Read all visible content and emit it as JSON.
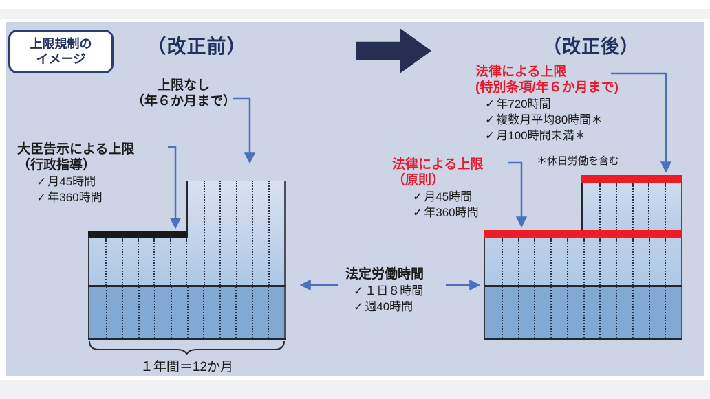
{
  "badge": {
    "line1": "上限規制の",
    "line2": "イメージ"
  },
  "titles": {
    "before": "（改正前）",
    "after": "（改正後）"
  },
  "annotations": {
    "checkmark": "✓",
    "no_limit": {
      "line1": "上限なし",
      "line2": "（年６か月まで）"
    },
    "minister_notice": {
      "title": "大臣告示による上限",
      "subtitle": "（行政指導）",
      "items": [
        "月45時間",
        "年360時間"
      ]
    },
    "law_special": {
      "title": "法律による上限",
      "subtitle": "(特別条項/年６か月まで)",
      "items": [
        "年720時間",
        "複数月平均80時間＊",
        "月100時間未満＊"
      ],
      "note": "＊休日労働を含む"
    },
    "law_principle": {
      "title": "法律による上限",
      "subtitle": "（原則）",
      "items": [
        "月45時間",
        "年360時間"
      ]
    },
    "statutory": {
      "title": "法定労働時間",
      "items": [
        "１日８時間",
        "週40時間"
      ]
    },
    "year_label": "１年間＝12か月"
  },
  "chart_data": {
    "type": "diagram",
    "months_per_year": 12,
    "special_months": 6,
    "before": {
      "base": "法定労働時間（１日８時間・週40時間）",
      "cap_first_half": "大臣告示による上限（行政指導）：月45時間・年360時間",
      "second_half": "上限なし（年６か月まで）"
    },
    "after": {
      "base": "法定労働時間（１日８時間・週40時間）",
      "cap_principle": "法律による上限（原則）：月45時間・年360時間",
      "cap_special": "法律による上限(特別条項/年６か月まで)：年720時間・複数月平均80時間＊・月100時間未満＊"
    },
    "colors": {
      "panel_bg": "#cdd4e5",
      "base_block": "#81a9d4",
      "overtime_block": "#b7cce8",
      "red_cap": "#ee1c25",
      "black_cap": "#191919",
      "navy": "#21315e",
      "arrow_blue": "#4a71bd",
      "red_text": "#e8192d"
    }
  }
}
